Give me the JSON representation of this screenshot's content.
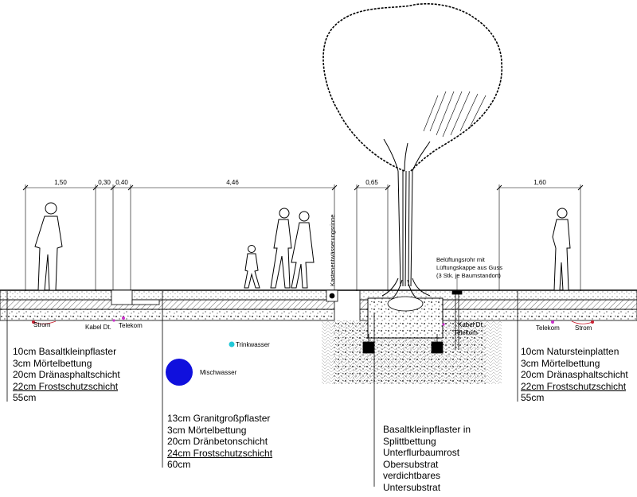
{
  "dimensions": [
    "1,50",
    "0,30",
    "0,40",
    "4,46",
    "0,65",
    "1,60"
  ],
  "drain_label": "Kastenentwässerungsrinne",
  "vent_label": [
    "Belüftungsrohr mit",
    "Lüftungskappe aus Guss",
    "(3 Stk. je Baumstandort)"
  ],
  "utilities_left": {
    "strom": "Strom",
    "kabel": "Kabel Dt.",
    "telekom": "Telekom"
  },
  "utilities_tree": {
    "kabel": "Kabel Dt.",
    "telekom": "Telekom"
  },
  "utilities_right": {
    "telekom": "Telekom",
    "strom": "Strom"
  },
  "pipes": {
    "trinkwasser": "Trinkwasser",
    "mischwasser": "Mischwasser"
  },
  "colors": {
    "line": "#000000",
    "trinkwasser": "#22c8d8",
    "mischwasser": "#1010dd",
    "strom": "#cc2233",
    "telekom": "#cc33cc"
  },
  "legend_left": [
    "10cm  Basaltkleinpflaster",
    "3cm   Mörtelbettung",
    "20cm  Dränasphaltschicht",
    "22cm  Frostschutzschicht",
    "55cm"
  ],
  "legend_middle": [
    "13cm  Granitgroßpflaster",
    "3cm    Mörtelbettung",
    "20cm  Dränbetonschicht",
    "24cm  Frostschutzschicht",
    "60cm"
  ],
  "legend_right": [
    "10cm  Natursteinplatten",
    "3cm    Mörtelbettung",
    "20cm  Dränasphaltschicht",
    "22cm  Frostschutzschicht",
    "55cm"
  ],
  "legend_tree": [
    "Basaltkleinpflaster in",
    "Splittbettung",
    "Unterflurbaumrost",
    "Obersubstrat",
    "verdichtbares",
    "Untersubstrat"
  ]
}
